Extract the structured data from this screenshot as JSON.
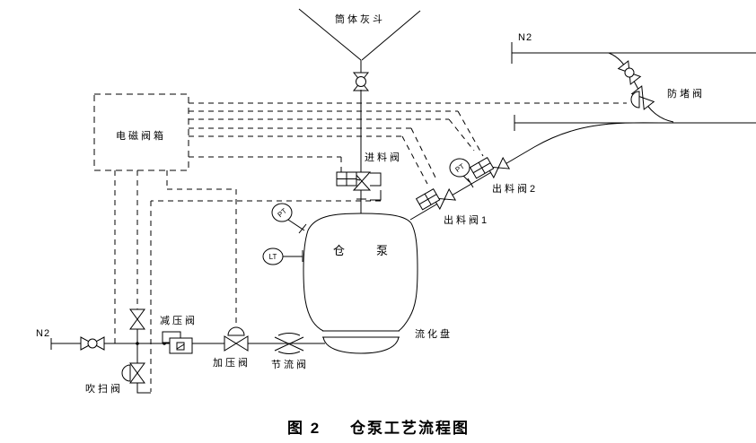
{
  "diagram": {
    "caption": {
      "figure_no": "图 2",
      "title": "仓泵工艺流程图"
    },
    "labels": {
      "hopper": "筒体灰斗",
      "n2_top": "N2",
      "n2_bottom": "N2",
      "anti_block_valve": "防堵阀",
      "solenoid_box": "电磁阀箱",
      "feed_valve": "进料阀",
      "discharge_valve_1": "出料阀1",
      "discharge_valve_2": "出料阀2",
      "vessel": "仓泵",
      "fluidization_plate": "流化盘",
      "reduce_valve": "减压阀",
      "pressurize_valve": "加压阀",
      "throttle_valve": "节流阀",
      "purge_valve": "吹扫阀"
    },
    "instruments": {
      "pt_vessel_top": "PT",
      "pt_discharge_line": "PT",
      "lt_vessel_side": "LT"
    },
    "colors": {
      "line": "#000000",
      "background": "#ffffff",
      "text": "#000000"
    }
  }
}
